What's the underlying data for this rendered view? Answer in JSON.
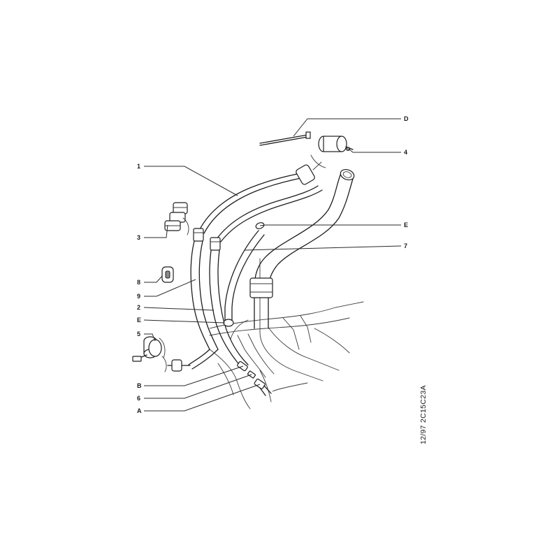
{
  "diagram": {
    "reference_code": "12/97 2C15C23A",
    "callouts": [
      {
        "id": "D",
        "label": "D"
      },
      {
        "id": "4",
        "label": "4"
      },
      {
        "id": "1",
        "label": "1"
      },
      {
        "id": "E_top",
        "label": "E"
      },
      {
        "id": "3",
        "label": "3"
      },
      {
        "id": "7",
        "label": "7"
      },
      {
        "id": "8",
        "label": "8"
      },
      {
        "id": "9",
        "label": "9"
      },
      {
        "id": "2",
        "label": "2"
      },
      {
        "id": "E_mid",
        "label": "E"
      },
      {
        "id": "5",
        "label": "5"
      },
      {
        "id": "B",
        "label": "B"
      },
      {
        "id": "6",
        "label": "6"
      },
      {
        "id": "A",
        "label": "A"
      }
    ],
    "colors": {
      "ink": "#1e1e1e",
      "background": "#ffffff"
    }
  }
}
